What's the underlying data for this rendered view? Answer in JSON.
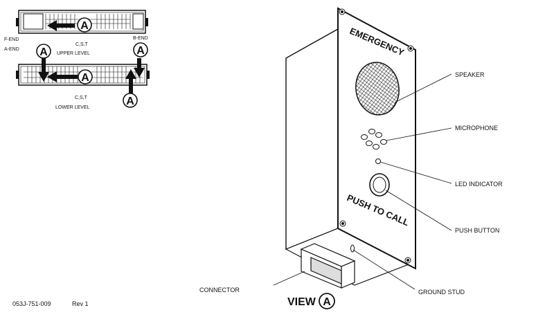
{
  "top_left": {
    "f_end": "F-END",
    "a_end": "A-END",
    "b_end": "B-END",
    "upper_cst": "C,S,T",
    "upper_level": "UPPER LEVEL",
    "lower_cst": "C,S,T",
    "lower_level": "LOWER LEVEL",
    "marker": "A"
  },
  "panel": {
    "emergency": "EMERGENCY",
    "push_to_call": "PUSH TO CALL"
  },
  "callouts": {
    "speaker": "SPEAKER",
    "microphone": "MICROPHONE",
    "led": "LED INDICATOR",
    "push_button": "PUSH BUTTON",
    "ground_stud": "GROUND STUD",
    "connector": "CONNECTOR"
  },
  "view": {
    "label": "VIEW",
    "marker": "A"
  },
  "doc": {
    "number": "053J-751-009",
    "rev": "Rev  1"
  }
}
